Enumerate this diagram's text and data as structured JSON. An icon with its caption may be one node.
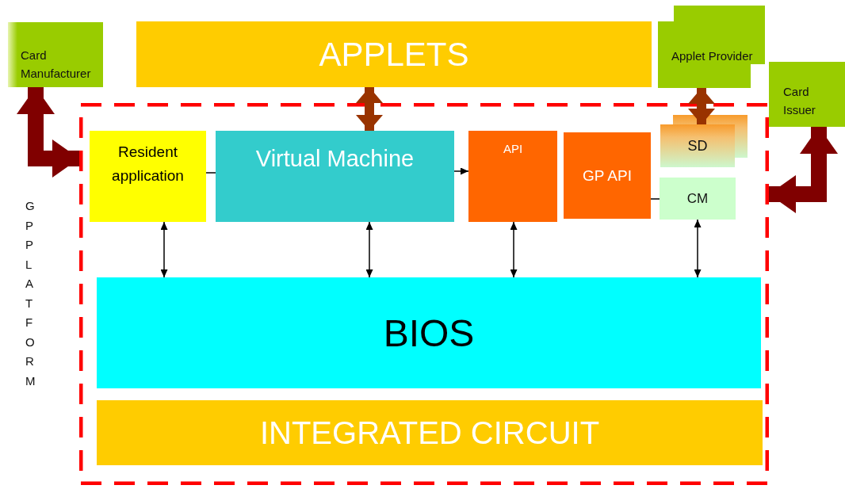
{
  "diagram": {
    "nodes": [
      {
        "text": [
          "Card Manufacturer"
        ]
      },
      {
        "text": [
          "APPLETS"
        ]
      },
      {
        "text": [
          "Applet Provider"
        ]
      },
      {
        "text": [
          "Card Issuer"
        ]
      },
      {
        "text": [
          "GP PLATFORM"
        ]
      },
      {
        "text": [
          "Resident application"
        ],
        "in": 4
      },
      {
        "text": [
          "Virtual Machine"
        ],
        "in": 4
      },
      {
        "text": [
          "API"
        ],
        "in": 4
      },
      {
        "text": [
          "GP API"
        ],
        "in": 4
      },
      {
        "text": [
          "SD"
        ],
        "in": 4
      },
      {
        "text": [
          "CM"
        ],
        "in": 4
      },
      {
        "text": [
          "BIOS"
        ],
        "in": 4
      },
      {
        "text": [
          "INTEGRATED CIRCUIT"
        ],
        "in": 4
      }
    ],
    "edges": [
      {
        "from": 1,
        "to": 6,
        "arrow": "both",
        "style": "thick",
        "color": "#993300"
      },
      {
        "from": 2,
        "to": 9,
        "arrow": "both",
        "style": "thick",
        "color": "#993300"
      },
      {
        "from": 0,
        "to": 4,
        "arrow": "both",
        "style": "thick",
        "color": "#800000"
      },
      {
        "from": 3,
        "to": 4,
        "arrow": "both",
        "style": "thick",
        "color": "#800000"
      },
      {
        "from": 5,
        "to": 6,
        "arrow": "none"
      },
      {
        "from": 6,
        "to": 7,
        "arrow": "to"
      },
      {
        "from": 8,
        "to": 10,
        "arrow": "none"
      },
      {
        "from": 5,
        "to": 11,
        "arrow": "both"
      },
      {
        "from": 6,
        "to": 11,
        "arrow": "both"
      },
      {
        "from": 7,
        "to": 11,
        "arrow": "both"
      },
      {
        "from": 10,
        "to": 11,
        "arrow": "both"
      }
    ]
  }
}
